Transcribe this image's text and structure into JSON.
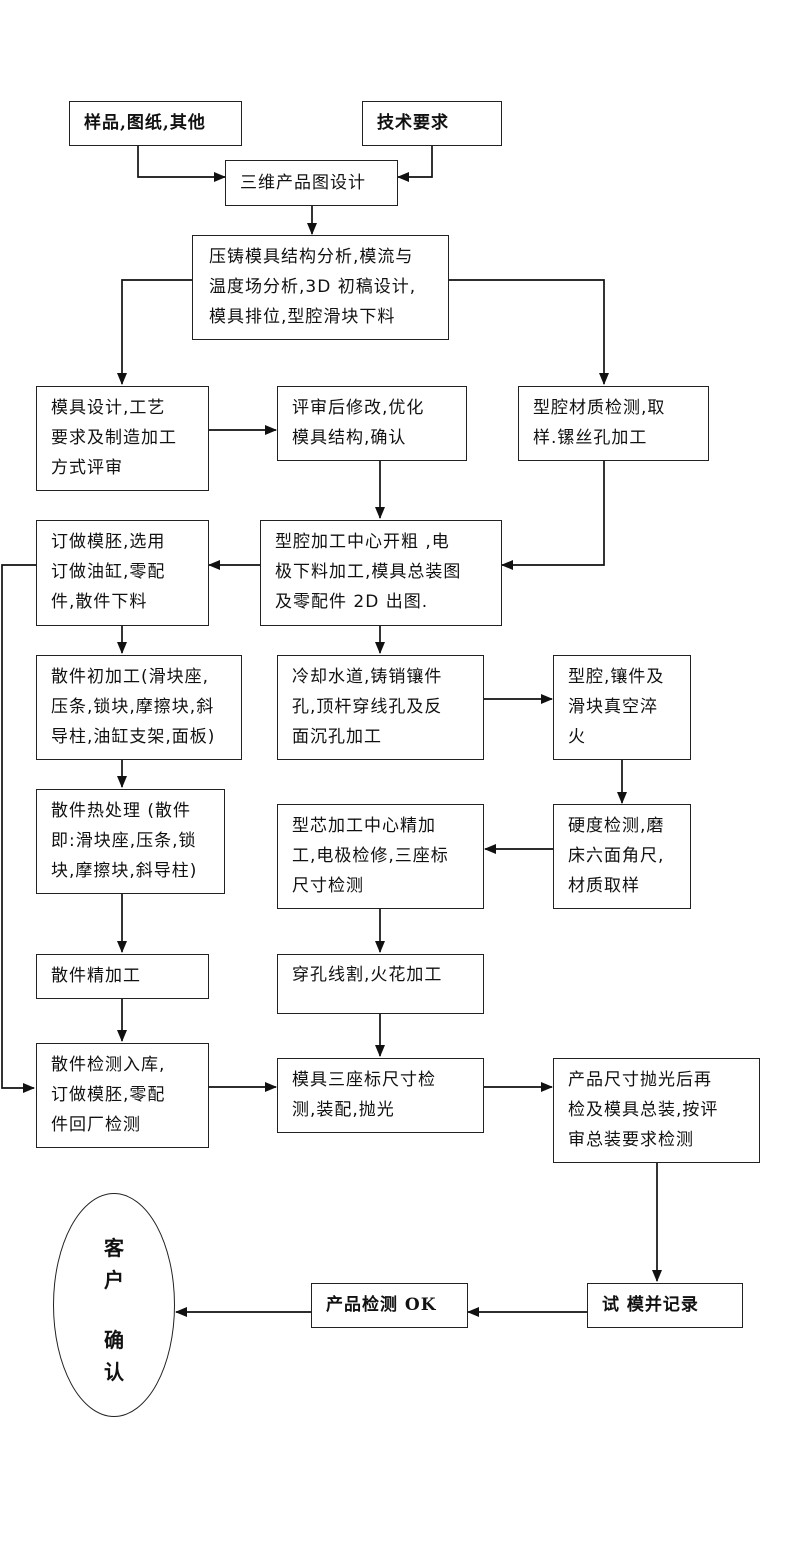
{
  "nodes": {
    "samples": [
      "样品,图纸,其他"
    ],
    "tech_req": [
      "技术要求"
    ],
    "design3d": [
      "三维产品图设计"
    ],
    "analysis": [
      "压铸模具结构分析,模流与",
      "温度场分析,3D 初稿设计,",
      "模具排位,型腔滑块下料"
    ],
    "review": [
      "模具设计,工艺",
      "要求及制造加工",
      "方式评审"
    ],
    "modify": [
      "评审后修改,优化",
      "模具结构,确认"
    ],
    "cavity_test": [
      "型腔材质检测,取",
      "样.镙丝孔加工"
    ],
    "order": [
      "订做模胚,选用",
      "订做油缸,零配",
      "件,散件下料"
    ],
    "cavity_rough": [
      "型腔加工中心开粗  ,电",
      "极下料加工,模具总装图",
      "及零配件 2D 出图."
    ],
    "parts_initial": [
      "散件初加工(滑块座,",
      "压条,锁块,摩擦块,斜",
      "导柱,油缸支架,面板)"
    ],
    "cooling": [
      "冷却水道,铸销镶件",
      "孔,顶杆穿线孔及反",
      "面沉孔加工"
    ],
    "vacuum": [
      "型腔,镶件及",
      "滑块真空淬",
      "火"
    ],
    "heat_treat": [
      "散件热处理 (散件",
      "即:滑块座,压条,锁",
      "块,摩擦块,斜导柱)"
    ],
    "core_finish": [
      "型芯加工中心精加",
      "工,电极检修,三座标",
      "尺寸检测"
    ],
    "hardness": [
      "硬度检测,磨",
      "床六面角尺,",
      "材质取样"
    ],
    "parts_finish": [
      "散件精加工"
    ],
    "wire_cut": [
      "穿孔线割,火花加工"
    ],
    "parts_inspect": [
      "散件检测入库,",
      "订做模胚,零配",
      "件回厂检测"
    ],
    "cmm_assembly": [
      "模具三座标尺寸检",
      "测,装配,抛光"
    ],
    "final_inspect": [
      "产品尺寸抛光后再",
      "检及模具总装,按评",
      "审总装要求检测"
    ],
    "trial": [
      "试  模并记录"
    ],
    "product_ok": [
      "产品检测 OK"
    ],
    "customer": [
      "客",
      "户",
      "确",
      "认"
    ]
  }
}
